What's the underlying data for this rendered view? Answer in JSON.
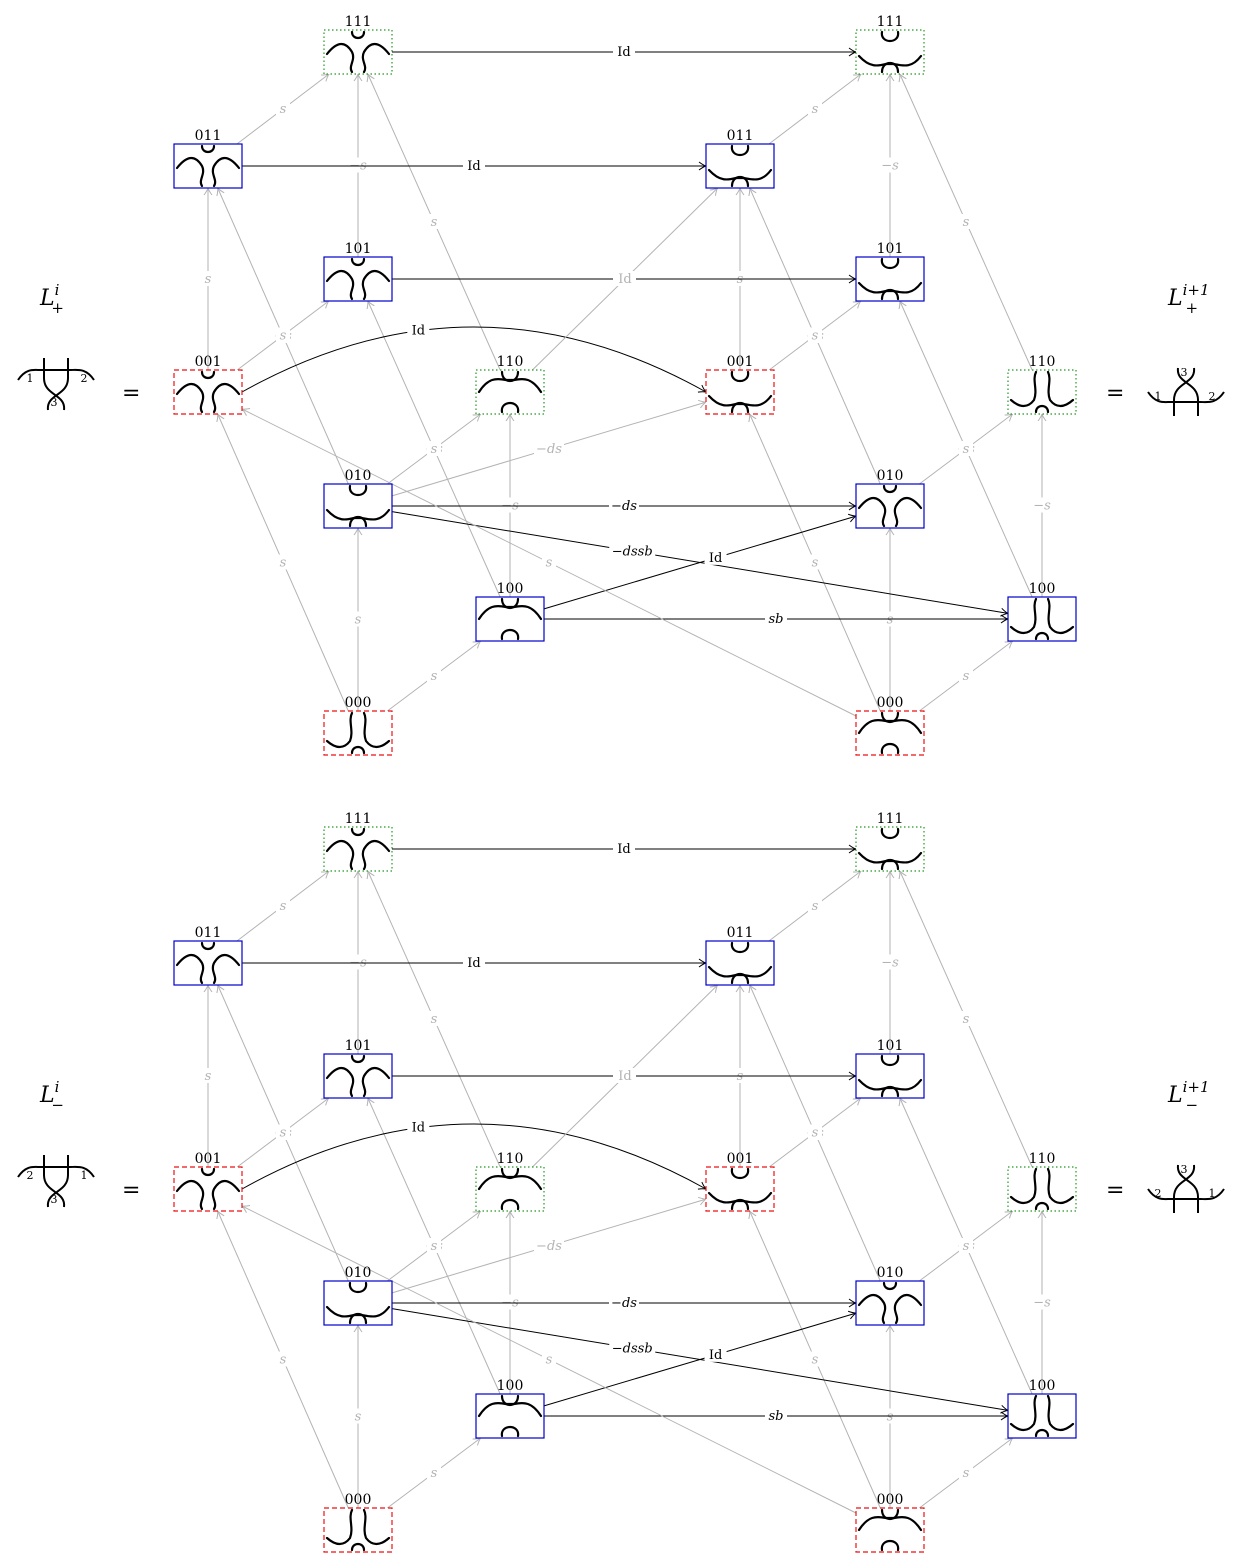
{
  "panels": [
    {
      "id": "plus",
      "left_title": "L_+^i",
      "left_title_base": "L",
      "left_title_sup": "i",
      "left_title_sub": "+",
      "right_title": "L_+^{i+1}",
      "right_title_base": "L",
      "right_title_sup": "i+1",
      "right_title_sub": "+",
      "equals": "=",
      "left_strand_labels": [
        "1",
        "2",
        "3"
      ],
      "right_strand_labels": [
        "1",
        "3",
        "2"
      ]
    },
    {
      "id": "minus",
      "left_title": "L_-^i",
      "left_title_base": "L",
      "left_title_sup": "i",
      "left_title_sub": "−",
      "right_title": "L_-^{i+1}",
      "right_title_base": "L",
      "right_title_sup": "i+1",
      "right_title_sub": "−",
      "equals": "=",
      "left_strand_labels": [
        "2",
        "1",
        "3"
      ],
      "right_strand_labels": [
        "2",
        "3",
        "1"
      ]
    }
  ],
  "cube_nodes": [
    "111",
    "011",
    "101",
    "001",
    "110",
    "010",
    "100",
    "000"
  ],
  "cube_edges": [
    {
      "label": "s",
      "from": "011",
      "to": "111"
    },
    {
      "label": "−s",
      "from": "101",
      "to": "111"
    },
    {
      "label": "s",
      "from": "110",
      "to": "111"
    },
    {
      "label": "s",
      "from": "001",
      "to": "011"
    },
    {
      "label": "−s",
      "from": "010",
      "to": "011"
    },
    {
      "label": "s",
      "from": "001",
      "to": "101"
    },
    {
      "label": "−s",
      "from": "100",
      "to": "101"
    },
    {
      "label": "s",
      "from": "010",
      "to": "110"
    },
    {
      "label": "−s",
      "from": "100",
      "to": "110"
    },
    {
      "label": "s",
      "from": "000",
      "to": "001"
    },
    {
      "label": "s",
      "from": "000",
      "to": "010"
    },
    {
      "label": "s",
      "from": "000",
      "to": "100"
    }
  ],
  "map_edges": [
    {
      "label": "Id",
      "from": "111",
      "to": "111'"
    },
    {
      "label": "Id",
      "from": "011",
      "to": "011'"
    },
    {
      "label": "Id",
      "from": "101",
      "to": "101'"
    },
    {
      "label": "Id",
      "from": "001",
      "to": "001'"
    },
    {
      "label": "Id",
      "from": "110",
      "to": "011'"
    },
    {
      "label": "−ds",
      "from": "010",
      "to": "001'"
    },
    {
      "label": "−ds",
      "from": "010",
      "to": "010'"
    },
    {
      "label": "−dssb",
      "from": "010",
      "to": "100'"
    },
    {
      "label": "Id",
      "from": "100",
      "to": "010'"
    },
    {
      "label": "sb",
      "from": "100",
      "to": "100'"
    },
    {
      "label": "s",
      "from": "000'",
      "to": "001"
    }
  ],
  "colors": {
    "solid_box": "#0000cc",
    "dashed_box": "#ee1111",
    "dotted_box": "#229922",
    "grey_edge": "#b3b3b3",
    "black_edge": "#000000"
  },
  "icons": [
    "resolution-diagram-icon",
    "tangle-icon",
    "arrowhead-icon"
  ]
}
